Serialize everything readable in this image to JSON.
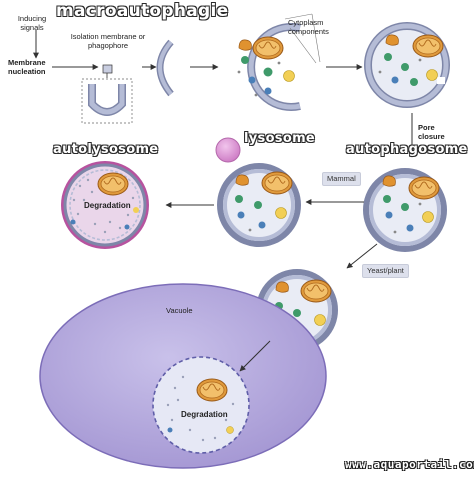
{
  "labels": {
    "title": "macroautophagie",
    "inducing_signals": "Inducing signals",
    "membrane_nucleation": "Membrane nucleation",
    "isolation_membrane": "Isolation membrane or phagophore",
    "cytoplasm_components": "Cytoplasm components",
    "pore_closure": "Pore closure",
    "lysosome": "lysosome",
    "autophagosome": "autophagosome",
    "autolysosome": "autolysosome",
    "mammal": "Mammal",
    "yeast_plant": "Yeast/plant",
    "vacuole": "Vacuole",
    "degradation_1": "Degradation",
    "degradation_2": "Degradation",
    "watermark": "www.aquaportail.com"
  },
  "colors": {
    "membrane": "#aab2cc",
    "membrane_edge": "#7e86a8",
    "lumen": "#e9ecf5",
    "mitochondrion": "#e09a3c",
    "green_vesicle": "#3f9a6a",
    "blue_vesicle": "#4a7fb8",
    "yellow_vesicle": "#f2cf55",
    "lysosome": "#d78ed1",
    "autolysosome_ring": "#b7539f",
    "vacuole": "#b3a8dc",
    "arrow": "#333333"
  }
}
